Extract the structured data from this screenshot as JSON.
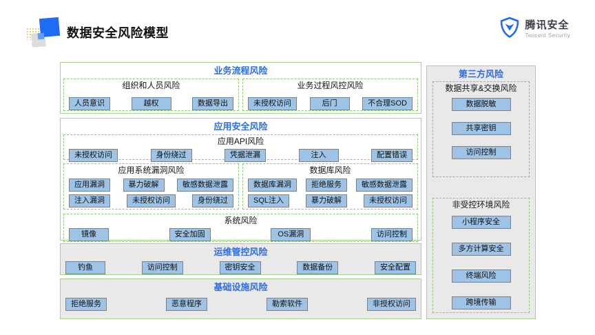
{
  "header": {
    "title": "数据安全风险模型",
    "brand": {
      "name_cn": "腾讯安全",
      "name_en": "Tencent Security"
    }
  },
  "colors": {
    "title_blue": "#2e6de4",
    "box_fill": "#9dc3e6",
    "box_border": "#808080",
    "panel_border_green": "#a5d28c",
    "dashed_green": "#8bc96c",
    "dashed_gray": "#a6a6a6",
    "panel_gray": "#e9e9e9",
    "brand_blue": "#1f6bf2"
  },
  "model": {
    "business_process": {
      "title": "业务流程风险",
      "groups": [
        {
          "title": "组织和人员风险",
          "items": [
            "人员意识",
            "越权",
            "数据导出"
          ]
        },
        {
          "title": "业务过程风控风险",
          "items": [
            "未授权访问",
            "后门",
            "不合理SOD"
          ]
        }
      ]
    },
    "app_security": {
      "title": "应用安全风险",
      "api": {
        "title": "应用API风险",
        "items": [
          "未授权访问",
          "身份绕过",
          "凭据泄漏",
          "注入",
          "配置错误"
        ]
      },
      "app_vuln": {
        "title": "应用系统漏洞风险",
        "rows": [
          [
            "应用漏洞",
            "暴力破解",
            "敏感数据泄露"
          ],
          [
            "注入漏洞",
            "未授权访问",
            "身份绕过"
          ]
        ]
      },
      "database": {
        "title": "数据库风险",
        "rows": [
          [
            "数据库漏洞",
            "拒绝服务",
            "敏感数据泄露"
          ],
          [
            "SQL注入",
            "暴力破解",
            "未授权访问"
          ]
        ]
      },
      "system": {
        "title": "系统风险",
        "items": [
          "镜像",
          "安全加固",
          "OS漏洞",
          "访问控制"
        ]
      }
    },
    "ops": {
      "title": "运维管控风险",
      "items": [
        "钓鱼",
        "访问控制",
        "密钥安全",
        "数据备份",
        "安全配置"
      ]
    },
    "infra": {
      "title": "基础设施风险",
      "items": [
        "拒绝服务",
        "恶意程序",
        "勒索软件",
        "非授权访问"
      ]
    },
    "third_party": {
      "title": "第三方风险",
      "data_sharing": {
        "title": "数据共享&交换风险",
        "items": [
          "数据脱敏",
          "共享密钥",
          "访问控制"
        ]
      },
      "uncontrolled": {
        "title": "非受控环境风险",
        "items": [
          "小程序安全",
          "多方计算安全",
          "终端风险",
          "跨境传输"
        ]
      }
    }
  }
}
